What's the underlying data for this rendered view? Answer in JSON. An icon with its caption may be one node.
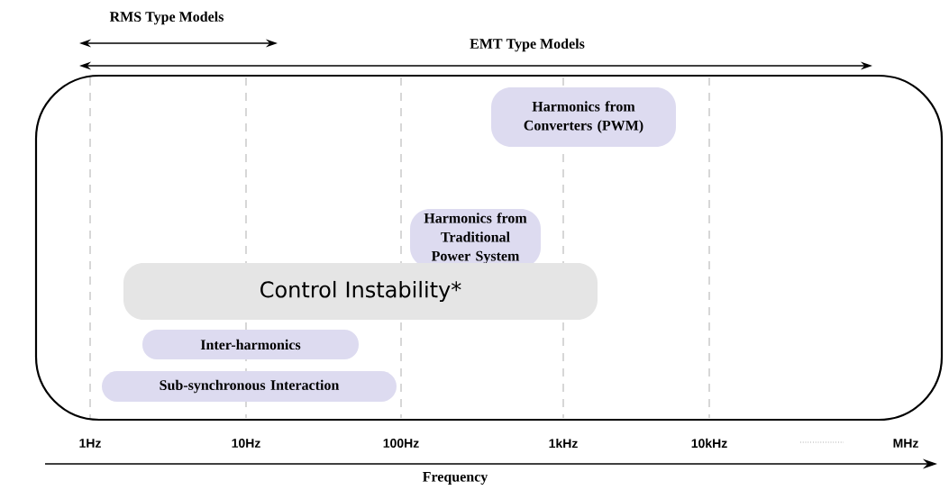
{
  "diagram": {
    "nodes": [
      {
        "text": [
          "Harmonics from Converters (PWM)"
        ]
      },
      {
        "text": [
          "Harmonics from Traditional Power System"
        ]
      },
      {
        "text": [
          "Control Instability*"
        ]
      },
      {
        "text": [
          "Inter-harmonics"
        ]
      },
      {
        "text": [
          "Sub-synchronous Interaction"
        ]
      }
    ],
    "labels": [
      "RMS Type Models",
      "EMT Type Models",
      "1Hz",
      "10Hz",
      "100Hz",
      "1kHz",
      "10kHz",
      "MHz",
      "Frequency"
    ]
  }
}
